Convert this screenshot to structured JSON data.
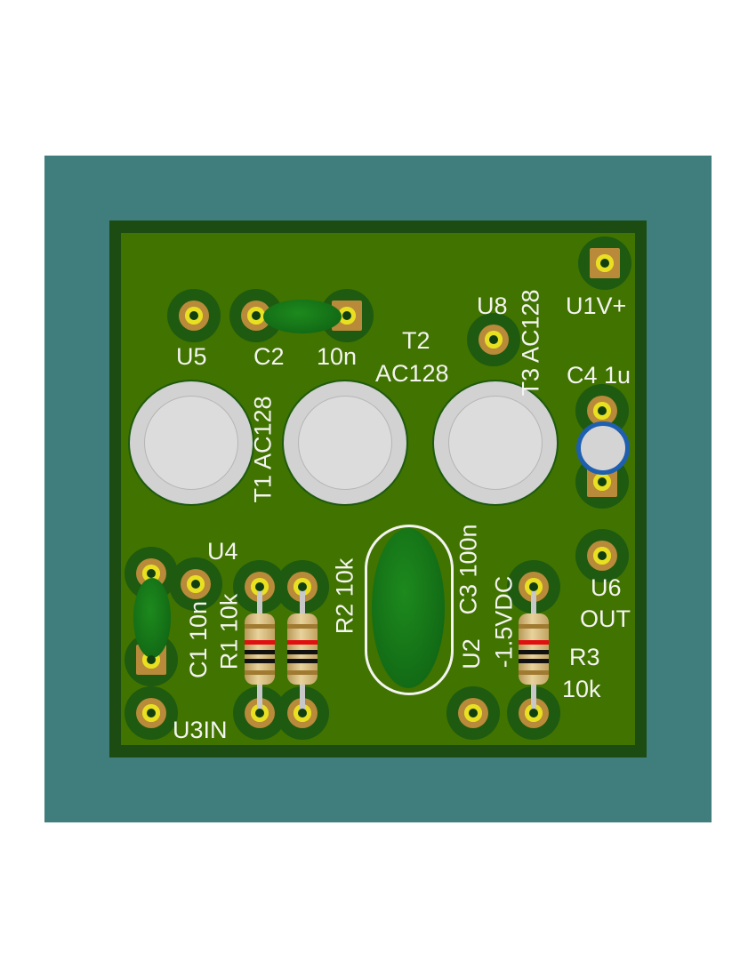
{
  "colors": {
    "background": "#3f7e7c",
    "board": "#407300",
    "board_edge": "#1d4c12",
    "silkscreen": "#f4f4f0",
    "pad_ring": "#e8e020",
    "c4_ring": "#1f5fb0"
  },
  "labels": {
    "u5": "U5",
    "c2": "C2",
    "c2_value": "10n",
    "t2": "T2",
    "t2_value": "AC128",
    "u8": "U8",
    "t3": "T3 AC128",
    "u1": "U1V+",
    "c4": "C4 1u",
    "t1": "T1 AC128",
    "u4": "U4",
    "r2": "R2 10k",
    "c3": "C3 100n",
    "u6": "U6",
    "u6_name": "OUT",
    "r3": "R3",
    "r3_value": "10k",
    "u2": "U2",
    "u2_value": "-1.5VDC",
    "c1": "C1 10n",
    "r1": "R1 10k",
    "u3": "U3IN"
  }
}
